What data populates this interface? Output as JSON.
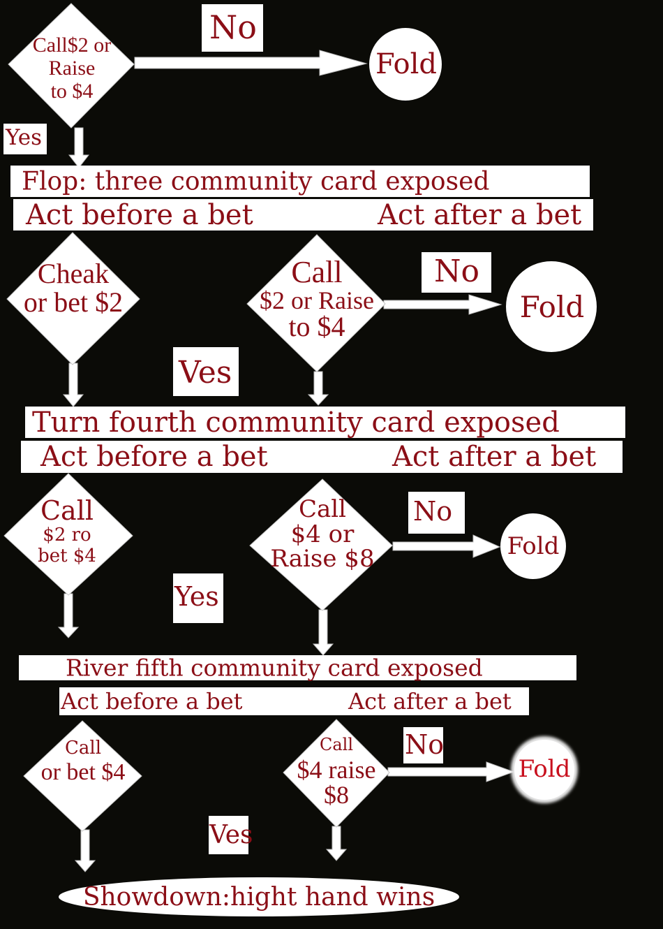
{
  "stages": {
    "flop": "Flop: three community card exposed",
    "turn": "Turn fourth community card exposed",
    "river": "River fifth community card exposed"
  },
  "acts": {
    "flop_before": "Act before a bet",
    "flop_after": "Act after a bet",
    "turn_before": "Act before a bet",
    "turn_after": "Act after a bet",
    "river_before": "Act before a bet",
    "river_after": "Act after a bet"
  },
  "decisions": {
    "preflop": [
      "Call$2 or",
      "Raise",
      "to $4"
    ],
    "flop_before": [
      "Cheak",
      "or bet $2"
    ],
    "flop_after": [
      "Call",
      "$2 or Raise",
      "to $4"
    ],
    "turn_before": [
      "Call",
      "$2 ro",
      "bet $4"
    ],
    "turn_after": [
      "Call",
      "$4 or",
      "Raise $8"
    ],
    "river_before": [
      "Call",
      "or bet $4"
    ],
    "river_after": [
      "Call",
      "$4 raise",
      "$8"
    ]
  },
  "labels": {
    "no_preflop": "No",
    "yes_preflop": "Yes",
    "no_flop": "No",
    "yes_flop": "Ves",
    "no_turn": "No",
    "yes_turn": "Yes",
    "no_river": "No",
    "yes_river": "Ves"
  },
  "terminals": {
    "fold_preflop": "Fold",
    "fold_flop": "Fold",
    "fold_turn": "Fold",
    "fold_river": "Fold",
    "showdown": "Showdown:hight hand wins"
  },
  "colors": {
    "background": "#0b0b07",
    "text": "#8b0e16",
    "shape_fill": "#ffffff"
  }
}
